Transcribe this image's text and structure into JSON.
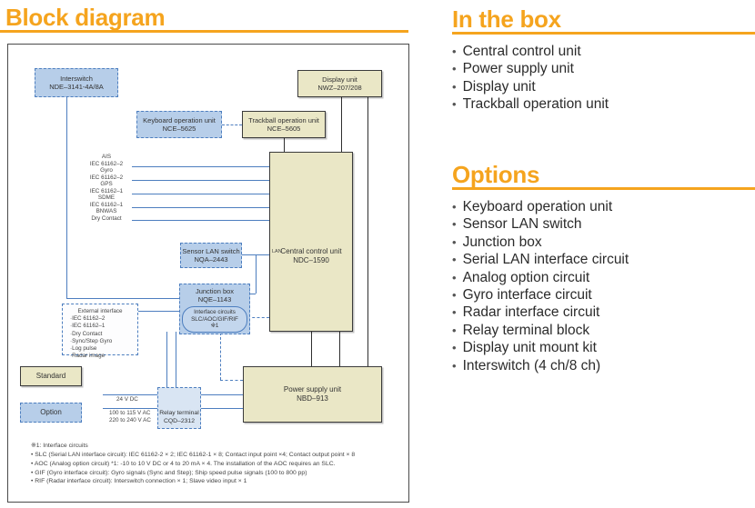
{
  "ui": {
    "bullet": "•"
  },
  "left": {
    "title": "Block diagram",
    "boxes": {
      "interswitch": {
        "l1": "Interswitch",
        "l2": "NDE–3141-4A/8A"
      },
      "display": {
        "l1": "Display unit",
        "l2": "NWZ–207/208"
      },
      "keyboard": {
        "l1": "Keyboard operation unit",
        "l2": "NCE–5625"
      },
      "trackball": {
        "l1": "Trackball operation unit",
        "l2": "NCE–5605"
      },
      "central": {
        "l1": "Central control unit",
        "l2": "NDC–1590",
        "lan": "LAN"
      },
      "sensor": {
        "l1": "Sensor LAN switch",
        "l2": "NQA–2443"
      },
      "junction": {
        "l1": "Junction box",
        "l2": "NQE–1143"
      },
      "interface": {
        "l1": "Interface circuits",
        "l2": "SLC/AOC/GIF/RIF",
        "l3": "※1"
      },
      "power": {
        "l1": "Power supply unit",
        "l2": "NBD–913"
      },
      "relay": {
        "l1": "Relay terminal",
        "l2": "CQD–2312"
      }
    },
    "signals": [
      {
        "name": "AIS",
        "std": "IEC 61162–2"
      },
      {
        "name": "Gyro",
        "std": "IEC 61162–2"
      },
      {
        "name": "GPS",
        "std": "IEC 61162–1"
      },
      {
        "name": "SDME",
        "std": "IEC 61162–1"
      },
      {
        "name": "BNWAS",
        "std": "Dry Contact"
      }
    ],
    "external_interface": {
      "title": "External interface",
      "items": [
        "·IEC 61162–2",
        "·IEC 61162–1",
        "·Dry Contact",
        "·Sync/Step Gyro",
        "·Log pulse",
        "·Radar image"
      ]
    },
    "legend": {
      "standard": "Standard",
      "option": "Option"
    },
    "power_labels": {
      "dc": "24 V DC",
      "ac1": "100 to 115 V AC",
      "ac2": "220 to 240 V AC"
    },
    "footnotes": [
      "※1: Interface circuits",
      "• SLC (Serial LAN interface circuit): IEC 61162-2 × 2; IEC 61162-1 × 8; Contact input point ×4; Contact output point × 8",
      "• AOC (Analog option circuit) *1: -10 to 10 V DC or 4 to 20 mA × 4. The installation of the AOC requires an SLC.",
      "• GIF (Gyro interface circuit): Gyro signals (Sync and Step); Ship speed pulse signals (100 to 800 pp)",
      "• RIF (Radar interface circuit): Interswitch connection × 1; Slave video input × 1"
    ]
  },
  "in_the_box": {
    "title": "In the box",
    "items": [
      "Central control unit",
      "Power supply unit",
      "Display unit",
      "Trackball operation unit"
    ]
  },
  "options": {
    "title": "Options",
    "items": [
      "Keyboard operation unit",
      "Sensor LAN switch",
      "Junction box",
      "Serial LAN interface circuit",
      "Analog option circuit",
      "Gyro interface circuit",
      "Radar interface circuit",
      "Relay terminal block",
      "Display unit mount kit",
      "Interswitch (4 ch/8 ch)"
    ]
  }
}
